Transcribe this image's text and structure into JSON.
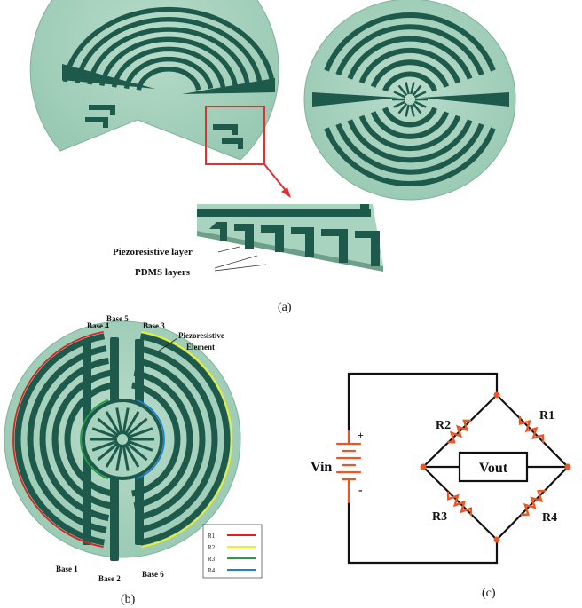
{
  "panel_a": {
    "caption": "(a)",
    "piezo_label": "Piezoresistive layer",
    "pdms_label": "PDMS layers"
  },
  "panel_b": {
    "caption": "(b)",
    "bases": {
      "base1": "Base 1",
      "base2": "Base 2",
      "base3": "Base 3",
      "base4": "Base 4",
      "base5": "Base 5",
      "base6": "Base 6"
    },
    "element_label_line1": "Piezoresistive",
    "element_label_line2": "Element",
    "legend": [
      {
        "name": "R1",
        "color": "#e02020"
      },
      {
        "name": "R2",
        "color": "#f0f020"
      },
      {
        "name": "R3",
        "color": "#20a040"
      },
      {
        "name": "R4",
        "color": "#2080d0"
      }
    ]
  },
  "panel_c": {
    "caption": "(c)",
    "vin": "Vin",
    "plus": "+",
    "minus": "-",
    "vout": "Vout",
    "r1": "R1",
    "r2": "R2",
    "r3": "R3",
    "r4": "R4"
  },
  "colors": {
    "substrate": "#a8d4bf",
    "trace": "#1e5a4c",
    "highlight": "#e03030",
    "resistor": "#ee5520",
    "wire": "#111111"
  }
}
